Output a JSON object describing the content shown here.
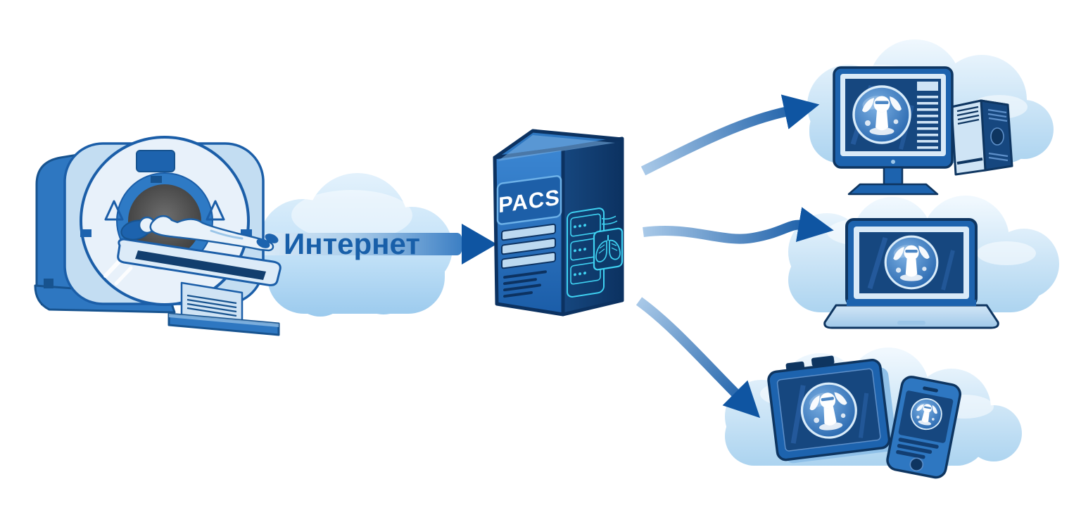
{
  "labels": {
    "internet": "Интернет",
    "pacs": "PACS"
  },
  "nodes": [
    {
      "id": "ct-scanner",
      "icon": "ct-scanner-icon"
    },
    {
      "id": "internet-cloud",
      "icon": "cloud-icon",
      "label": "Интернет"
    },
    {
      "id": "pacs-server",
      "icon": "server-tower-icon",
      "label": "PACS",
      "side_icons": [
        "server-rack-icon",
        "lungs-xray-icon"
      ]
    },
    {
      "id": "workstation-cloud",
      "icon": "cloud-icon",
      "devices": [
        "desktop-monitor-icon",
        "pc-tower-icon"
      ],
      "screen_content": "head-scan-image"
    },
    {
      "id": "laptop-cloud",
      "icon": "cloud-icon",
      "devices": [
        "laptop-icon"
      ],
      "screen_content": "head-scan-image"
    },
    {
      "id": "mobile-cloud",
      "icon": "cloud-icon",
      "devices": [
        "tablet-icon",
        "smartphone-icon"
      ],
      "screen_content": "head-scan-image"
    }
  ],
  "connections": [
    {
      "from": "ct-scanner",
      "to": "pacs-server",
      "via": "internet-cloud",
      "style": "straight-band-arrow"
    },
    {
      "from": "pacs-server",
      "to": "workstation-cloud",
      "style": "curved-arrow"
    },
    {
      "from": "pacs-server",
      "to": "laptop-cloud",
      "style": "curved-arrow"
    },
    {
      "from": "pacs-server",
      "to": "mobile-cloud",
      "style": "curved-arrow"
    }
  ],
  "colors": {
    "arrow_dark": "#0f55a2",
    "outline_dark": "#0e3560",
    "primary_blue": "#1d63ae",
    "medium_blue": "#2e77c1",
    "light_blue": "#cfe4f5",
    "cloud_light": "#eef7fe",
    "cloud_shade": "#a9d2ef",
    "cyan_accent": "#3fd2f2",
    "label_blue": "#185fa9",
    "screen_navy": "#16477f",
    "bore_gray": "#4a4a4a"
  }
}
